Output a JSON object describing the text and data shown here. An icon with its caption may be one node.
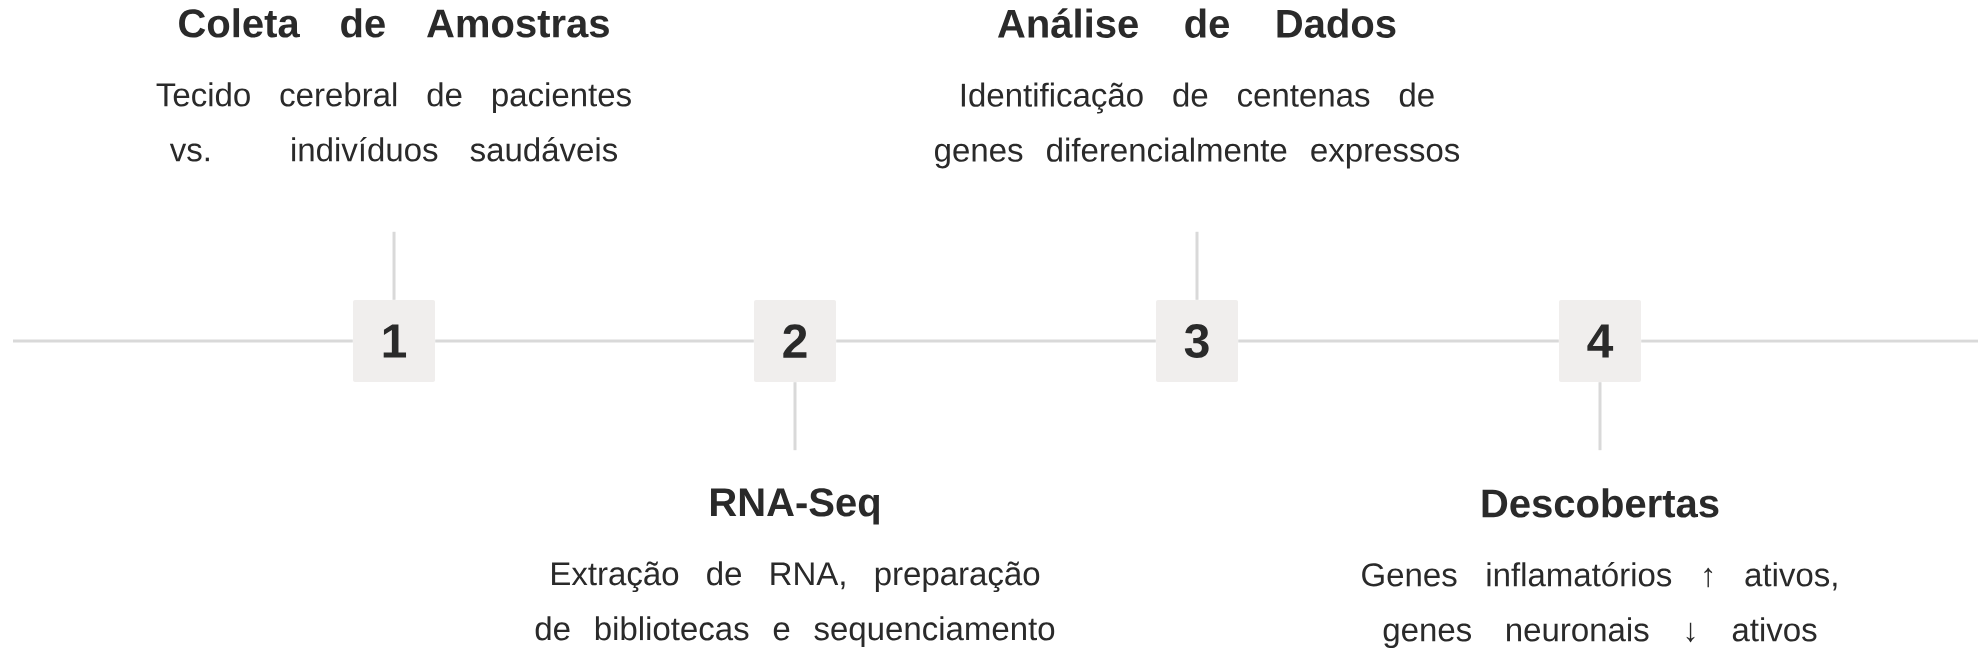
{
  "diagram": {
    "nodes": [
      {
        "text": [
          "1"
        ]
      },
      {
        "text": [
          "2"
        ]
      },
      {
        "text": [
          "3"
        ]
      },
      {
        "text": [
          "4"
        ]
      },
      {
        "text": [
          "Coleta de Amostras",
          "Tecido cerebral de pacientes vs. indivíduos saudáveis"
        ]
      },
      {
        "text": [
          "RNA-Seq",
          "Extração de RNA, preparação de bibliotecas e sequenciamento"
        ]
      },
      {
        "text": [
          "Análise de Dados",
          "Identificação de centenas de genes diferencialmente expressos"
        ]
      },
      {
        "text": [
          "Descobertas",
          "Genes inflamatórios ↑ ativos, genes neuronais ↓ ativos"
        ]
      }
    ],
    "edges": [
      {
        "from": null,
        "to": 0,
        "arrow": "none"
      },
      {
        "from": 0,
        "to": 1,
        "arrow": "none"
      },
      {
        "from": 1,
        "to": 2,
        "arrow": "none"
      },
      {
        "from": 2,
        "to": 3,
        "arrow": "none"
      },
      {
        "from": 3,
        "to": null,
        "arrow": "none"
      },
      {
        "from": 0,
        "to": 4,
        "arrow": "none"
      },
      {
        "from": 1,
        "to": 5,
        "arrow": "none"
      },
      {
        "from": 2,
        "to": 6,
        "arrow": "none"
      },
      {
        "from": 3,
        "to": 7,
        "arrow": "none"
      }
    ]
  }
}
